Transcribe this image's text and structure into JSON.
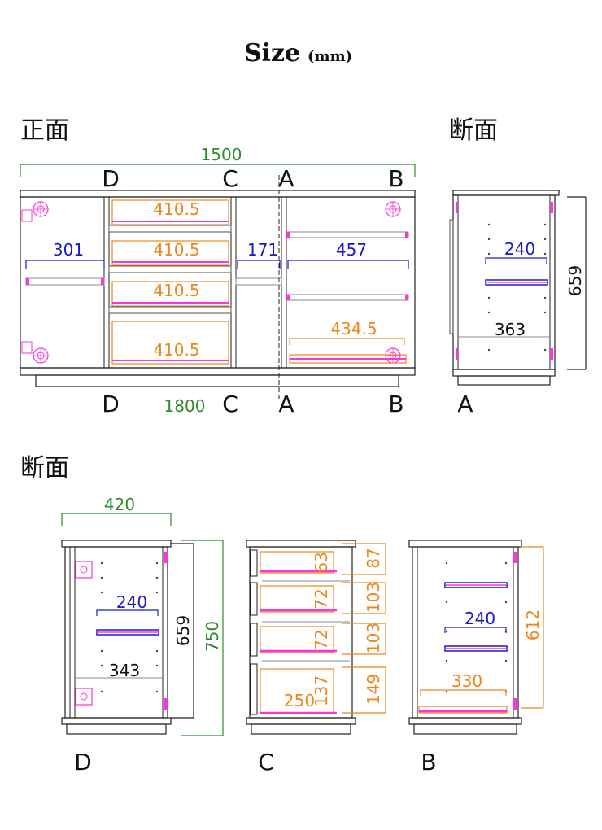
{
  "title": {
    "main": "Size",
    "unit": "(mm)"
  },
  "headings": {
    "front": "正面",
    "section_top": "断面",
    "section_bottom": "断面"
  },
  "colors": {
    "green": "#2e8b2e",
    "blue": "#1a1ac8",
    "orange": "#f0851a",
    "magenta": "#ff33dd",
    "black": "#111111"
  },
  "front": {
    "width_label": "1500",
    "base_width_label": "1800",
    "markers_top": [
      "D",
      "C",
      "A",
      "B"
    ],
    "markers_bottom": [
      "D",
      "C",
      "A",
      "B"
    ],
    "drawer_widths": [
      "410.5",
      "410.5",
      "410.5",
      "410.5"
    ],
    "left_shelf": "301",
    "mid_shelf": "171",
    "right_shelf": "457",
    "right_drawer": "434.5"
  },
  "section_a": {
    "marker": "A",
    "height": "659",
    "shelf_depth": "240",
    "inner_depth": "363"
  },
  "section_d": {
    "marker": "D",
    "width": "420",
    "shelf_depth": "240",
    "inner_depth": "343",
    "inner_height": "659",
    "total_height": "750"
  },
  "section_c": {
    "marker": "C",
    "drawer_heights": [
      "63",
      "72",
      "72",
      "137"
    ],
    "gaps": [
      "87",
      "103",
      "103",
      "149"
    ],
    "drawer_depth": "250"
  },
  "section_b": {
    "marker": "B",
    "shelf_depth": "240",
    "drawer_depth": "330",
    "height": "612"
  }
}
